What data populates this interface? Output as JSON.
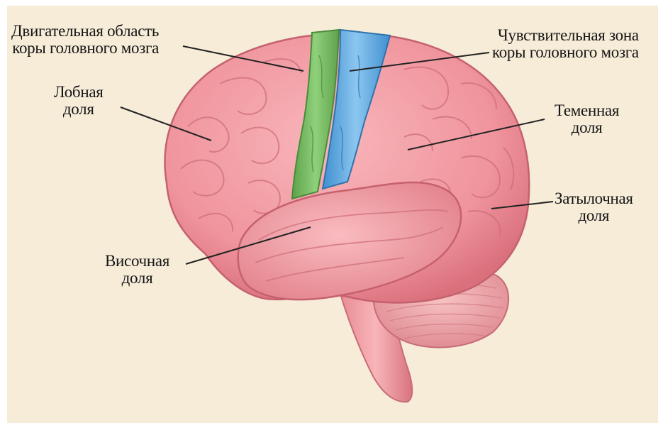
{
  "diagram": {
    "labels": {
      "motor": {
        "line1": "Двигательная область",
        "line2": "коры головного мозга"
      },
      "sensory": {
        "line1": "Чувствительная зона",
        "line2": "коры головного мозга"
      },
      "frontal": {
        "line1": "Лобная",
        "line2": "доля"
      },
      "parietal": {
        "line1": "Теменная",
        "line2": "доля"
      },
      "occipital": {
        "line1": "Затылочная",
        "line2": "доля"
      },
      "temporal": {
        "line1": "Височная",
        "line2": "доля"
      }
    },
    "colors": {
      "background": "#f6ecd8",
      "cortex": "#f19aa2",
      "cortex_shadow": "#d9707c",
      "motor_cortex": "#7fbf6c",
      "sensory_cortex": "#6aaee0",
      "cerebellum": "#f3b0b2",
      "leader_line": "#222222"
    }
  }
}
